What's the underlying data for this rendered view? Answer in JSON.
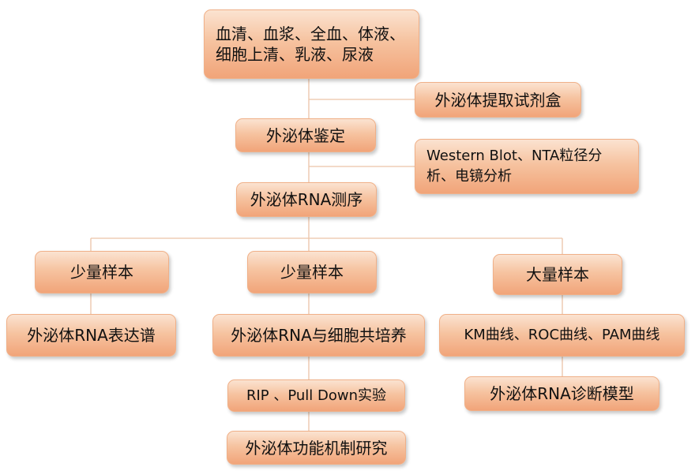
{
  "diagram": {
    "nodes": {
      "samples": "血清、血浆、全血、体液、细胞上清、乳液、尿液",
      "kit": "外泌体提取试剂盒",
      "identification": "外泌体鉴定",
      "methods": "Western Blot、NTA粒径分析、电镜分析",
      "sequencing": "外泌体RNA测序",
      "small_sample_1": "少量样本",
      "small_sample_2": "少量样本",
      "large_sample": "大量样本",
      "profile": "外泌体RNA表达谱",
      "coculture": "外泌体RNA与细胞共培养",
      "curves": "KM曲线、ROC曲线、PAM曲线",
      "rip": "RIP 、Pull Down实验",
      "diagnosis": "外泌体RNA诊断模型",
      "function": "外泌体功能机制研究"
    }
  }
}
